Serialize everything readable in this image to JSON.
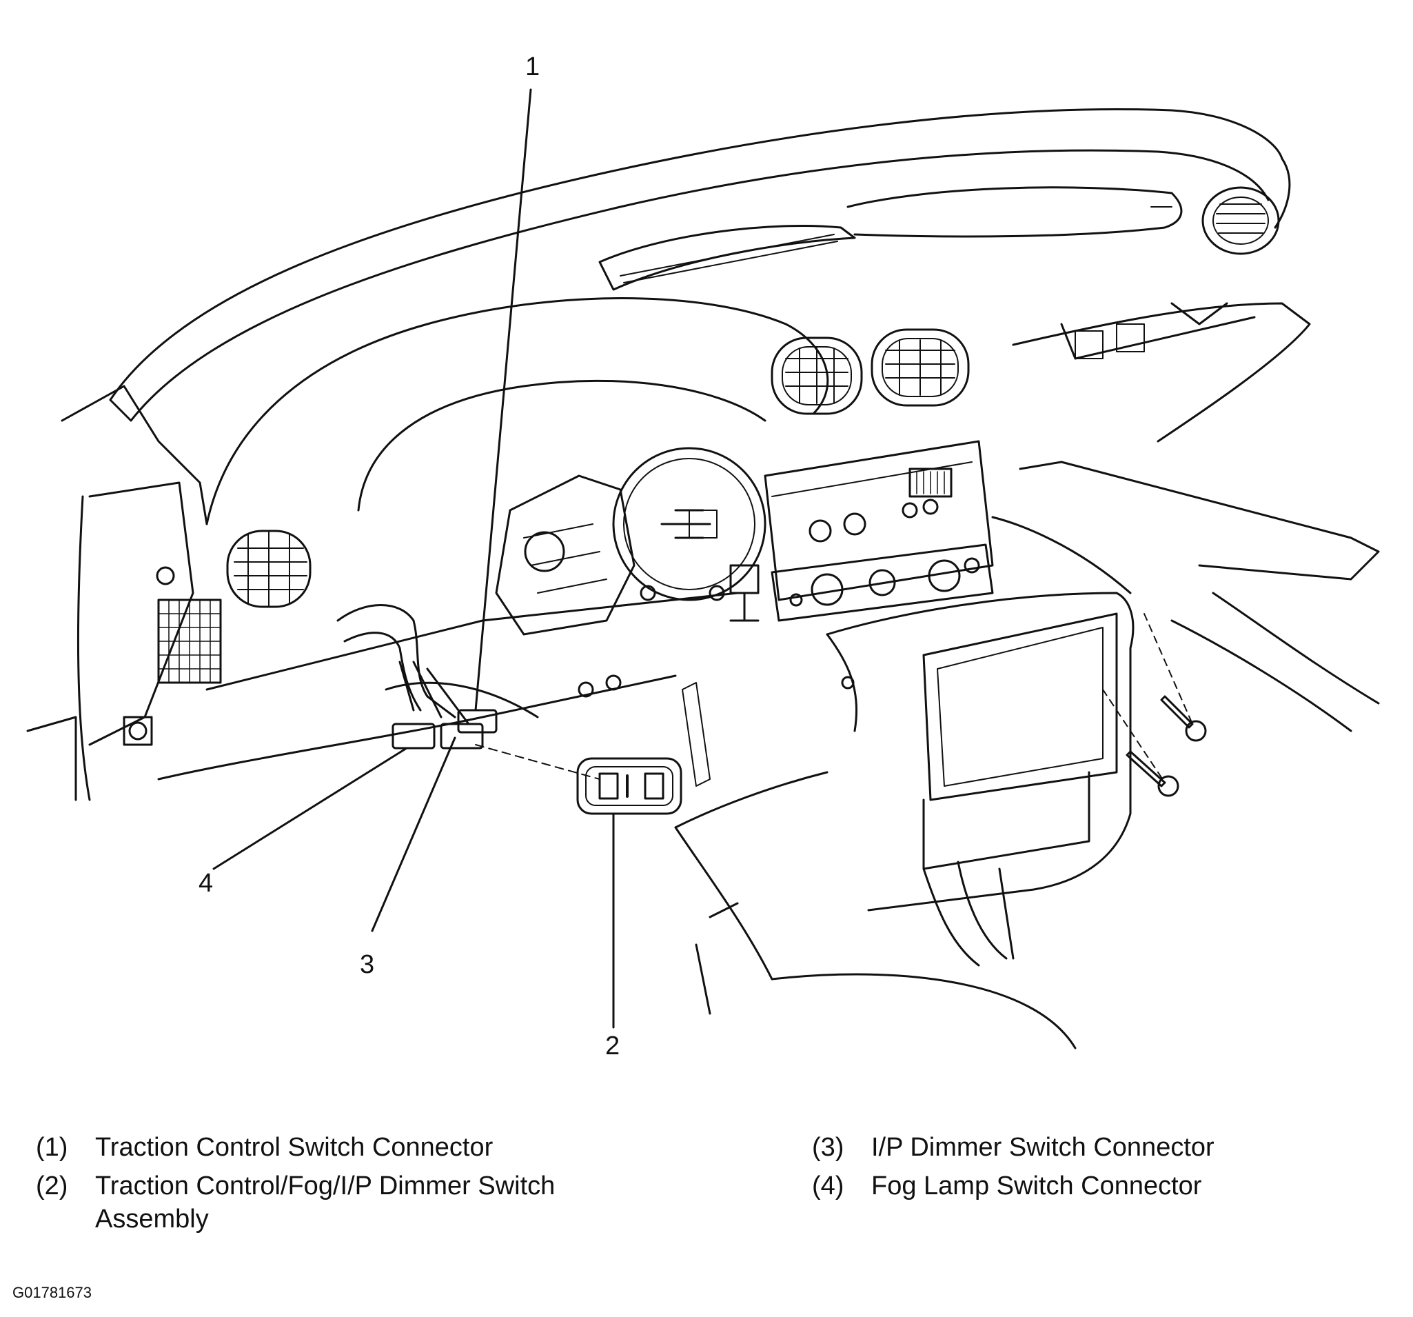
{
  "callouts": {
    "c1": "1",
    "c2": "2",
    "c3": "3",
    "c4": "4"
  },
  "legend": [
    {
      "num": "(1)",
      "text": "Traction Control Switch Connector"
    },
    {
      "num": "(2)",
      "text": "Traction Control/Fog/I/P Dimmer Switch Assembly"
    },
    {
      "num": "(3)",
      "text": "I/P Dimmer Switch Connector"
    },
    {
      "num": "(4)",
      "text": "Fog Lamp Switch Connector"
    }
  ],
  "figure_id": "G01781673",
  "colors": {
    "ink": "#111111",
    "paper": "#ffffff"
  }
}
